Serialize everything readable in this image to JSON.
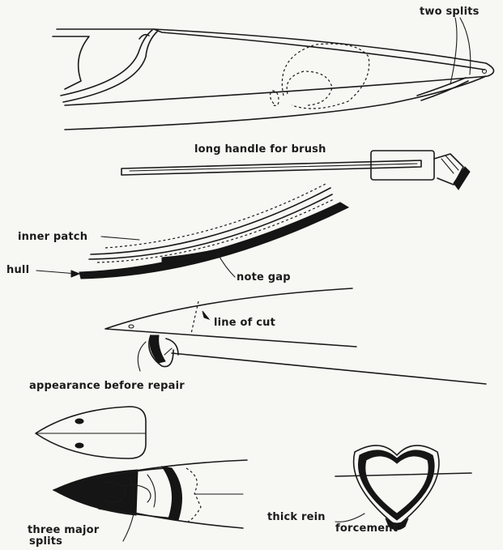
{
  "labels": {
    "two_splits": "two splits",
    "long_handle": "long handle for brush",
    "inner_patch": "inner patch",
    "hull": "hull",
    "note_gap": "note gap",
    "line_of_cut": "line of cut",
    "appearance_before_repair": "appearance before repair",
    "three_major": "three major",
    "splits": "splits",
    "thick_rein": "thick rein",
    "forcement": "forcement"
  },
  "colors": {
    "ink": "#1a1a1a",
    "paper": "#f7f7f3"
  }
}
